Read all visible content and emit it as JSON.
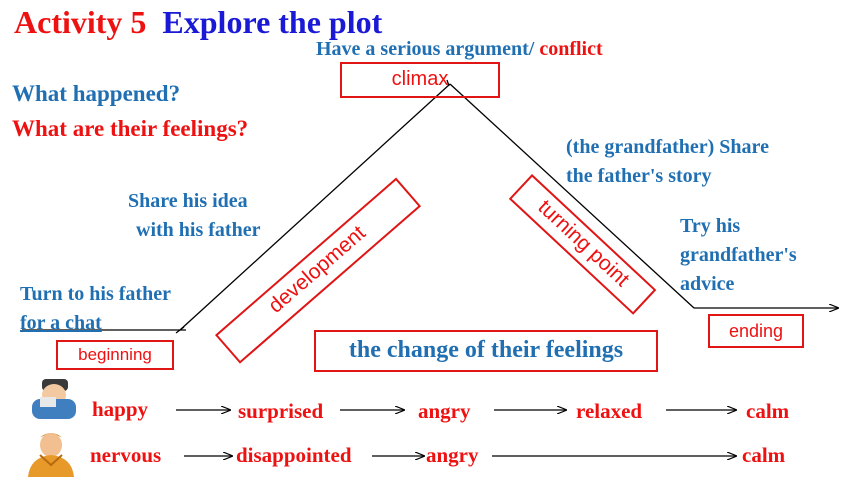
{
  "title": {
    "activity": "Activity 5",
    "topic": "Explore the plot"
  },
  "questions": {
    "q1": "What happened?",
    "q2": "What are their feelings?"
  },
  "climax": {
    "label": "climax",
    "caption_part1": "Have a serious argument/ ",
    "caption_part2": "conflict"
  },
  "development": {
    "label": "development",
    "event_line1": "Share his idea",
    "event_line2": "with his father"
  },
  "turning_point": {
    "label": "turning point",
    "event_line1": "(the grandfather) Share",
    "event_line2": "the father's story"
  },
  "beginning": {
    "label": "beginning",
    "event_line1": "Turn to his father",
    "event_line2": "for a chat"
  },
  "ending": {
    "label": "ending",
    "event_line1": "Try his",
    "event_line2": "grandfather's",
    "event_line3": "advice"
  },
  "feelings_box": "the change of their feelings",
  "son_feelings": [
    "happy",
    "surprised",
    "angry",
    "relaxed",
    "calm"
  ],
  "father_feelings": [
    "nervous",
    "disappointed",
    "angry",
    "calm"
  ],
  "icons": {
    "son": "boy-avatar-icon",
    "father": "man-avatar-icon"
  },
  "colors": {
    "red": "#ee1111",
    "blue": "#1f6fb2",
    "title_blue": "#1a1ad6"
  }
}
